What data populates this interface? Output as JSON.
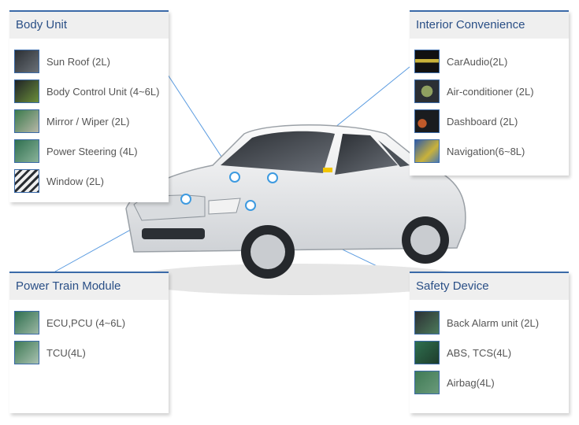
{
  "panels": {
    "body_unit": {
      "title": "Body Unit",
      "items": [
        {
          "label": "Sun Roof (2L)",
          "icon": "sunroof-board-icon"
        },
        {
          "label": "Body Control Unit (4~6L)",
          "icon": "bcu-board-icon"
        },
        {
          "label": "Mirror / Wiper (2L)",
          "icon": "mirror-board-icon"
        },
        {
          "label": "Power Steering (4L)",
          "icon": "steering-board-icon"
        },
        {
          "label": "Window (2L)",
          "icon": "window-board-icon"
        }
      ]
    },
    "interior_convenience": {
      "title": "Interior Convenience",
      "items": [
        {
          "label": "CarAudio(2L)",
          "icon": "caraudio-icon"
        },
        {
          "label": "Air-conditioner (2L)",
          "icon": "aircon-icon"
        },
        {
          "label": "Dashboard (2L)",
          "icon": "dashboard-icon"
        },
        {
          "label": "Navigation(6~8L)",
          "icon": "navigation-icon"
        }
      ]
    },
    "power_train": {
      "title": "Power Train Module",
      "items": [
        {
          "label": "ECU,PCU (4~6L)",
          "icon": "ecu-board-icon"
        },
        {
          "label": "TCU(4L)",
          "icon": "tcu-board-icon"
        }
      ]
    },
    "safety_device": {
      "title": "Safety Device",
      "items": [
        {
          "label": "Back Alarm unit (2L)",
          "icon": "back-alarm-board-icon"
        },
        {
          "label": "ABS, TCS(4L)",
          "icon": "abs-board-icon"
        },
        {
          "label": "Airbag(4L)",
          "icon": "airbag-board-icon"
        }
      ]
    }
  },
  "colors": {
    "accent": "#3a6aa8",
    "title_text": "#2a4f86",
    "title_bg": "#efefef",
    "marker": "#3d9ae0",
    "board_green": "#2f6f4f"
  }
}
